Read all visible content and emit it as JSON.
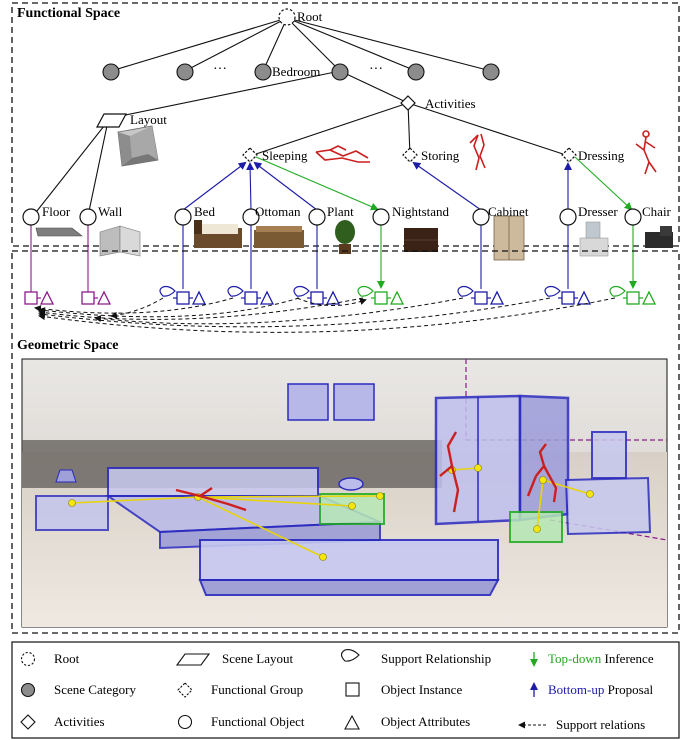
{
  "panels": {
    "functional_title": "Functional Space",
    "geometric_title": "Geometric Space"
  },
  "tree": {
    "root": "Root",
    "scene_dots_left": "···",
    "scene_dots_right": "···",
    "bedroom": "Bedroom",
    "layout": "Layout",
    "activities": "Activities",
    "sleeping": "Sleeping",
    "storing": "Storing",
    "dressing": "Dressing",
    "objects": {
      "floor": "Floor",
      "wall": "Wall",
      "bed": "Bed",
      "ottoman": "Ottoman",
      "plant": "Plant",
      "nightstand": "Nightstand",
      "cabinet": "Cabinet",
      "dresser": "Dresser",
      "chair": "Chair"
    }
  },
  "legend": {
    "root": "Root",
    "scene_category": "Scene Category",
    "activities": "Activities",
    "scene_layout": "Scene Layout",
    "functional_group": "Functional Group",
    "functional_object": "Functional Object",
    "support_relationship": "Support Relationship",
    "object_instance": "Object Instance",
    "object_attributes": "Object Attributes",
    "top_down_colored": "Top-down",
    "top_down_rest": " Inference",
    "bottom_up_colored": "Bottom-up",
    "bottom_up_rest": " Proposal",
    "support_relations": "Support relations"
  },
  "colors": {
    "gray_node": "#8c8c8c",
    "purple": "#8b1a8b",
    "blue": "#1c1ca8",
    "green": "#1faa1f",
    "pose_red": "#cc1f1f",
    "box_blue": "#2a2ac0",
    "yellow": "#f2e20a"
  }
}
